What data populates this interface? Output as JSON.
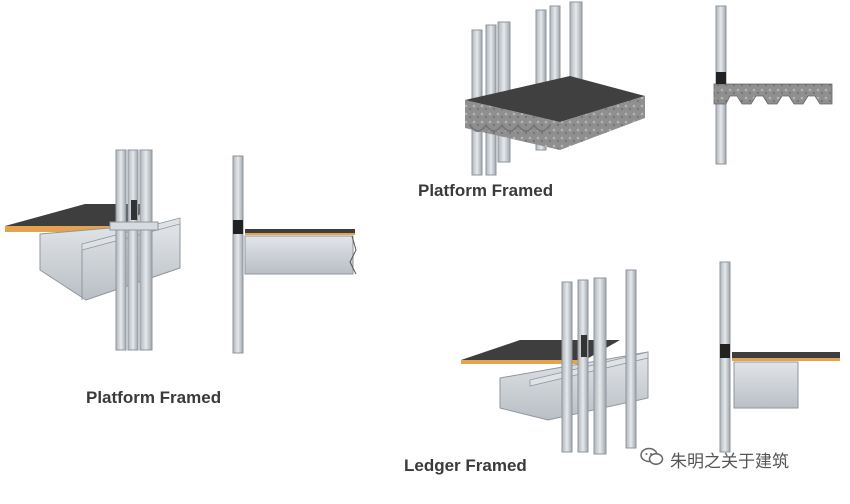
{
  "captions": {
    "left": "Platform Framed",
    "top_right": "Platform Framed",
    "bottom_right": "Ledger Framed"
  },
  "watermark": {
    "text": "朱明之关于建筑",
    "icon": "wechat-icon"
  },
  "colors": {
    "steel": "#c9ced4",
    "steel_dark": "#8e969e",
    "slab_top": "#3c3c3c",
    "slab_edge": "#e8a14a",
    "concrete": "#9a9a9a"
  }
}
